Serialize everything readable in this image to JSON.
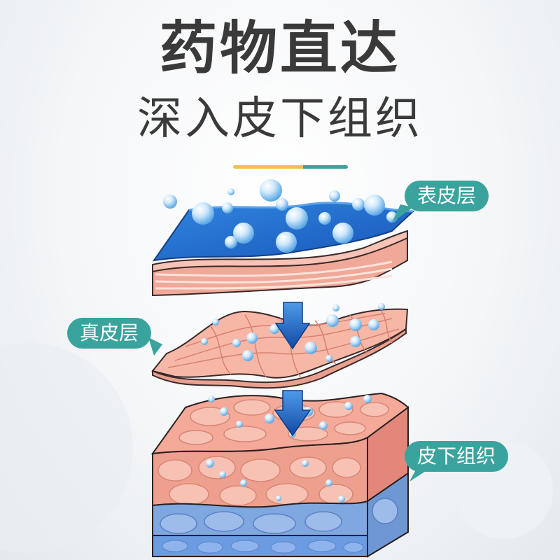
{
  "heading": {
    "title": "药物直达",
    "subtitle": "深入皮下组织"
  },
  "labels": {
    "epidermis": "表皮层",
    "dermis": "真皮层",
    "subcutaneous": "皮下组织"
  },
  "colors": {
    "label_bg": "#3aa39d",
    "accent_yellow": "#f6c04a",
    "title_text": "#3a3a3a",
    "skin_pink": "#f2b3a4",
    "gel_blue": "#1e6fd0",
    "fat_blue": "#7fa7e0"
  },
  "icons": {
    "arrow": "down-arrow-icon",
    "bubble": "bubble-icon"
  }
}
